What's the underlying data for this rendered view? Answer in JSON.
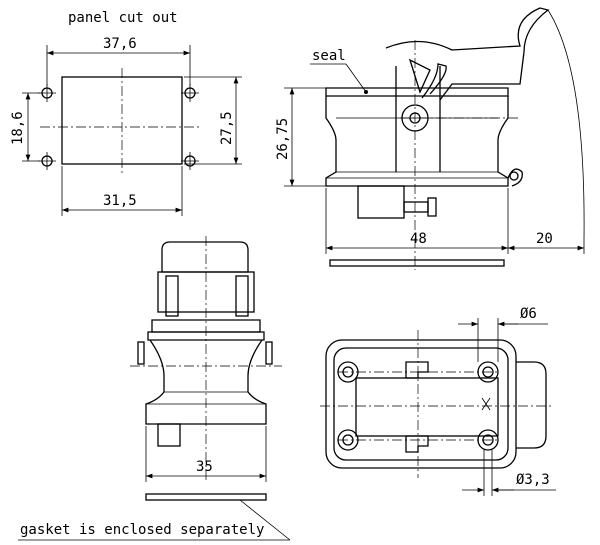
{
  "panel_cutout": {
    "title": "panel cut out",
    "dim_width_holes": "37,6",
    "dim_width_cut": "31,5",
    "dim_height_holes": "18,6",
    "dim_height_cut": "27,5"
  },
  "side_view": {
    "seal_label": "seal",
    "dim_height": "26,75",
    "dim_width": "48",
    "dim_lever": "20"
  },
  "front_view": {
    "dim_width": "35"
  },
  "bottom_view": {
    "dim_diameter_large": "Ø6",
    "dim_diameter_small": "Ø3,3"
  },
  "gasket_note": "gasket is enclosed separately"
}
